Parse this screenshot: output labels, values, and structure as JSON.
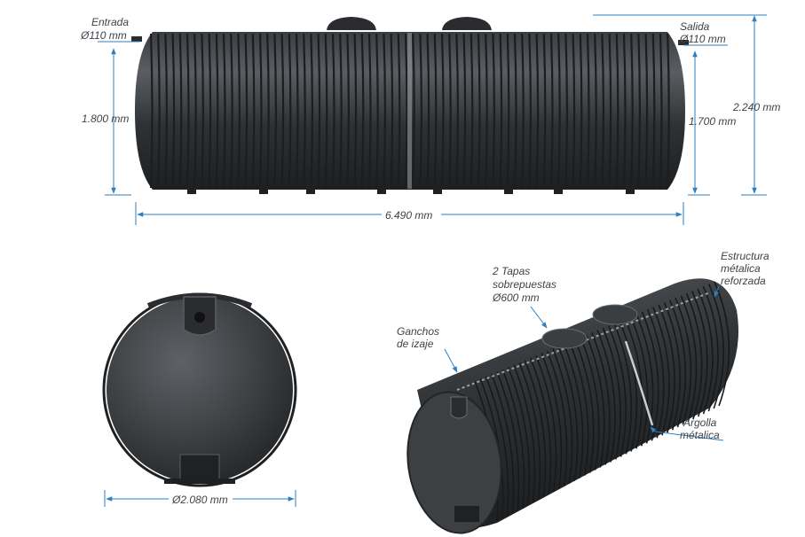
{
  "top_view": {
    "inlet_label": "Entrada",
    "inlet_diameter": "Ø110 mm",
    "outlet_label": "Salida",
    "outlet_diameter": "Ø110 mm",
    "height_left": "1.800 mm",
    "height_right": "1.700 mm",
    "total_height": "2.240 mm",
    "length": "6.490 mm"
  },
  "front_view": {
    "diameter": "Ø2.080 mm"
  },
  "perspective_view": {
    "lid_label": [
      "2 Tapas",
      "sobrepuestas",
      "Ø600 mm"
    ],
    "structure_label": [
      "Estructura",
      "métalica",
      "reforzada"
    ],
    "hooks_label": [
      "Ganchos",
      "de izaje"
    ],
    "ring_label": [
      "Argolla",
      "métalica"
    ]
  },
  "colors": {
    "dimension": "#2e7fbf",
    "tank": "#2b2d30",
    "tank_highlight": "#5b5f63",
    "text": "#3f4347"
  }
}
